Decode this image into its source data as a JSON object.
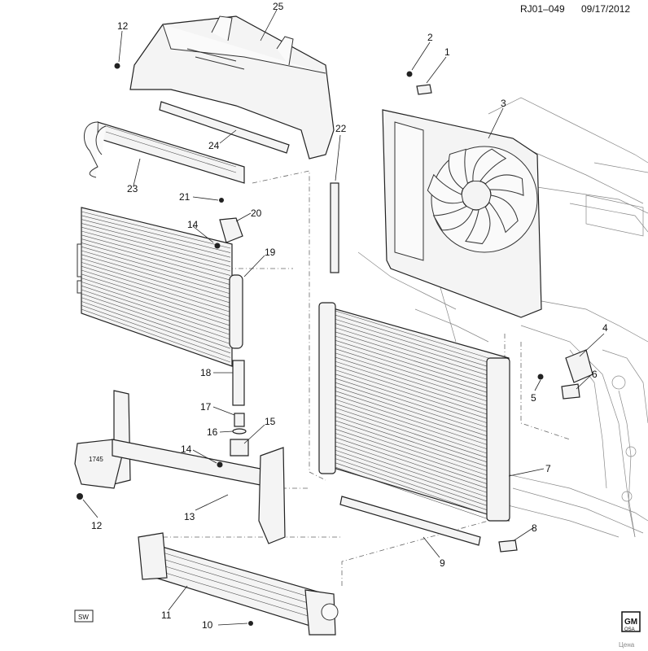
{
  "header": {
    "drawing_id": "RJ01–049",
    "date": "09/17/2012"
  },
  "footer": {
    "sw_badge": "SW",
    "gm_top": "GM",
    "gm_bottom": "OSA",
    "watermark": "Цена"
  },
  "stamp": {
    "bracket_number": "1745"
  },
  "callouts": [
    {
      "id": "25",
      "label": "25"
    },
    {
      "id": "12a",
      "label": "12"
    },
    {
      "id": "2",
      "label": "2"
    },
    {
      "id": "1",
      "label": "1"
    },
    {
      "id": "3",
      "label": "3"
    },
    {
      "id": "22",
      "label": "22"
    },
    {
      "id": "24",
      "label": "24"
    },
    {
      "id": "23",
      "label": "23"
    },
    {
      "id": "21",
      "label": "21"
    },
    {
      "id": "20",
      "label": "20"
    },
    {
      "id": "14a",
      "label": "14"
    },
    {
      "id": "19",
      "label": "19"
    },
    {
      "id": "18",
      "label": "18"
    },
    {
      "id": "17",
      "label": "17"
    },
    {
      "id": "16",
      "label": "16"
    },
    {
      "id": "15",
      "label": "15"
    },
    {
      "id": "14b",
      "label": "14"
    },
    {
      "id": "12b",
      "label": "12"
    },
    {
      "id": "13",
      "label": "13"
    },
    {
      "id": "4",
      "label": "4"
    },
    {
      "id": "6",
      "label": "6"
    },
    {
      "id": "5",
      "label": "5"
    },
    {
      "id": "7",
      "label": "7"
    },
    {
      "id": "8",
      "label": "8"
    },
    {
      "id": "9",
      "label": "9"
    },
    {
      "id": "11",
      "label": "11"
    },
    {
      "id": "10",
      "label": "10"
    }
  ]
}
